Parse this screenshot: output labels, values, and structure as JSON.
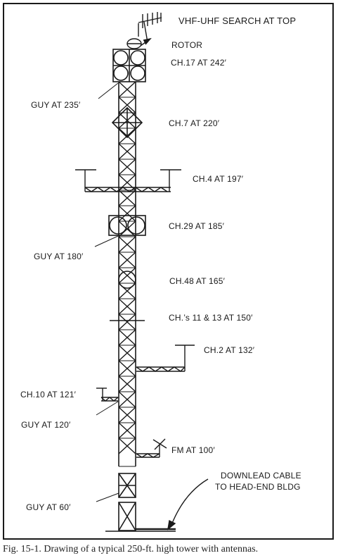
{
  "labels": {
    "vhf_uhf": "VHF-UHF SEARCH AT TOP",
    "rotor": "ROTOR",
    "ch17": "CH.17 AT 242′",
    "guy235": "GUY AT 235′",
    "ch7": "CH.7 AT 220′",
    "ch4": "CH.4 AT 197′",
    "ch29": "CH.29 AT 185′",
    "guy180": "GUY AT 180′",
    "ch48": "CH.48 AT 165′",
    "ch11_13": "CH.’s 11 & 13 AT 150′",
    "ch2": "CH.2 AT 132′",
    "ch10": "CH.10 AT 121′",
    "guy120": "GUY AT 120′",
    "fm": "FM AT 100′",
    "downlead_1": "DOWNLEAD CABLE",
    "downlead_2": "TO HEAD-END BLDG",
    "guy60": "GUY AT 60′"
  },
  "caption": "Fig. 15-1. Drawing of a typical 250-ft. high tower with antennas.",
  "colors": {
    "ink": "#1a1a1a",
    "background": "#ffffff"
  }
}
